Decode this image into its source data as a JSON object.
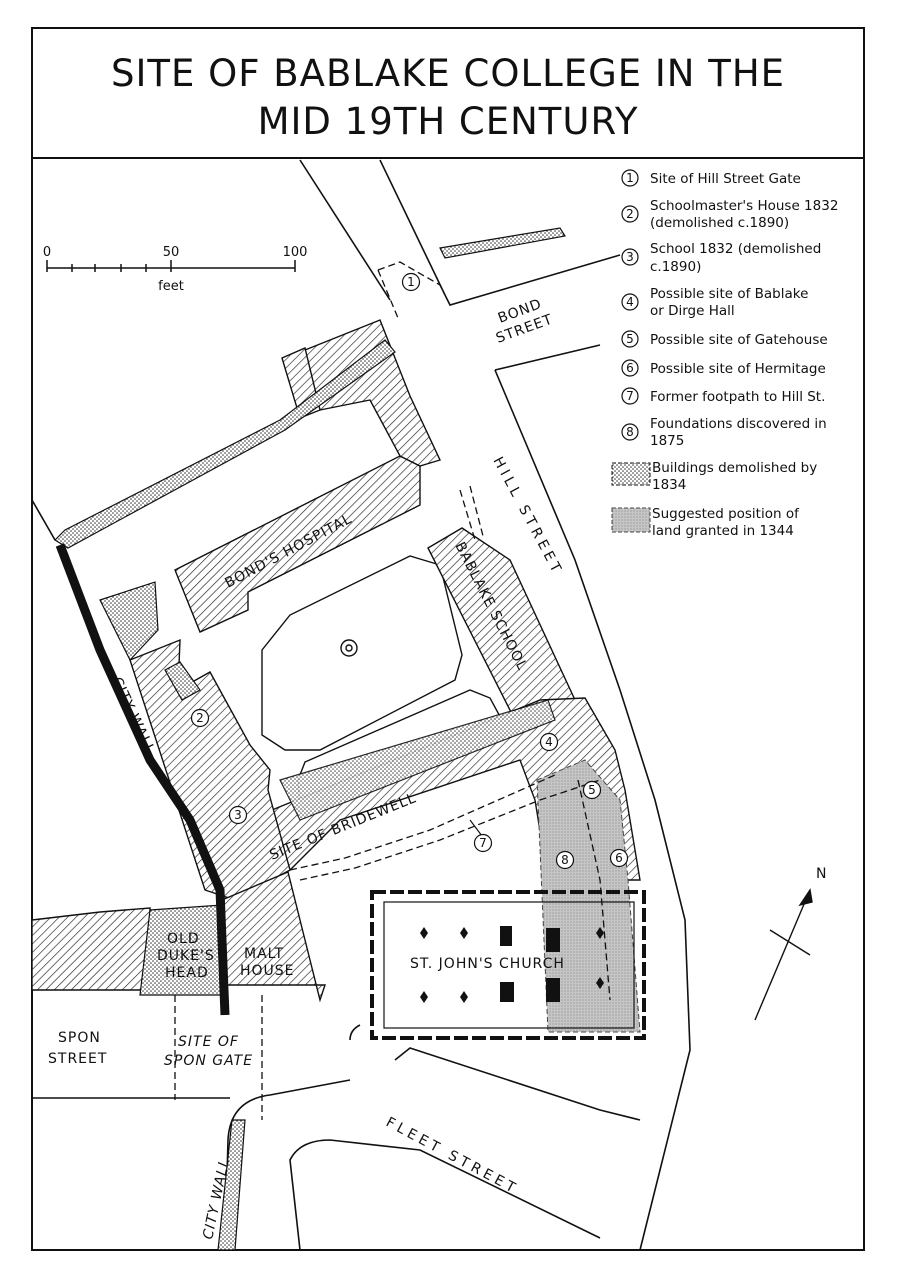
{
  "title": {
    "line1": "SITE OF BABLAKE COLLEGE IN THE",
    "line2": "MID 19TH CENTURY"
  },
  "scale": {
    "ticks": [
      "0",
      "50",
      "100"
    ],
    "unit": "feet"
  },
  "north": "N",
  "legend": {
    "items": [
      {
        "num": "1",
        "lines": [
          "Site of Hill Street Gate"
        ]
      },
      {
        "num": "2",
        "lines": [
          "Schoolmaster's House 1832",
          "(demolished c.1890)"
        ]
      },
      {
        "num": "3",
        "lines": [
          "School 1832 (demolished",
          "c.1890)"
        ]
      },
      {
        "num": "4",
        "lines": [
          "Possible site of Bablake",
          "or Dirge Hall"
        ]
      },
      {
        "num": "5",
        "lines": [
          "Possible site of Gatehouse"
        ]
      },
      {
        "num": "6",
        "lines": [
          "Possible site of Hermitage"
        ]
      },
      {
        "num": "7",
        "lines": [
          "Former footpath to Hill St."
        ]
      },
      {
        "num": "8",
        "lines": [
          "Foundations discovered in",
          "1875"
        ]
      }
    ],
    "demolished": [
      "Buildings demolished by",
      "1834"
    ],
    "granted": [
      "Suggested position of",
      "land granted in 1344"
    ]
  },
  "labels": {
    "bonds_hospital": "BOND'S HOSPITAL",
    "bablake_school": "BABLAKE SCHOOL",
    "site_of_bridewell": "SITE OF BRIDEWELL",
    "city_wall_upper": "CITY WALL",
    "city_wall_lower": "CITY WALL",
    "old_dukes_head": [
      "OLD",
      "DUKE'S",
      "HEAD"
    ],
    "malt_house": [
      "MALT",
      "HOUSE"
    ],
    "st_johns_church": "ST. JOHN'S CHURCH",
    "spon_street": [
      "SPON",
      "STREET"
    ],
    "site_of_spon_gate": [
      "SITE OF",
      "SPON GATE"
    ],
    "bond_street": [
      "BOND",
      "STREET"
    ],
    "hill_street": "HILL STREET",
    "fleet_street": "FLEET STREET"
  },
  "map_numbers": [
    "1",
    "2",
    "3",
    "4",
    "5",
    "6",
    "7",
    "8"
  ]
}
